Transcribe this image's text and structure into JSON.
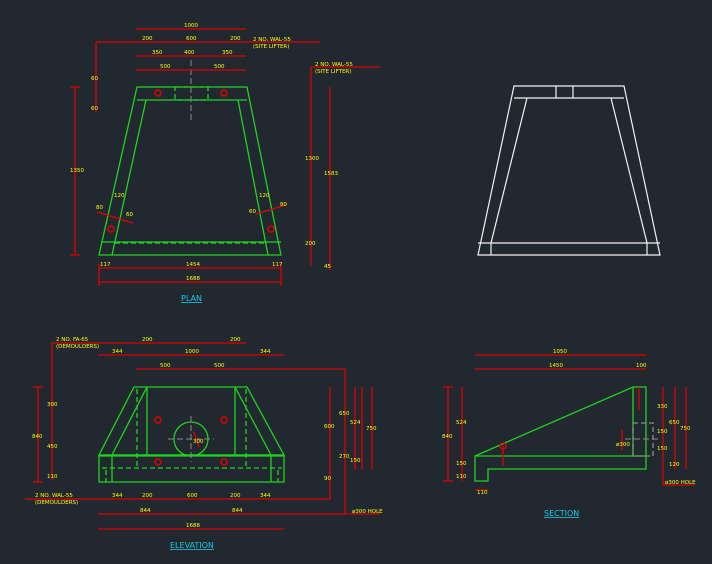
{
  "plan": {
    "title": "PLAN",
    "lifter_note": [
      "2 NO. WAL-55",
      "(SITE LIFTER)"
    ],
    "lifter_note_right": [
      "2 NO. WAL-55",
      "(SITE LIFTER)"
    ],
    "top_dims": [
      "1000",
      "200",
      "600",
      "200",
      "350",
      "400",
      "350",
      "500",
      "500"
    ],
    "left_dims": [
      "60",
      "60",
      "1350"
    ],
    "right_dims": [
      "1300",
      "200",
      "1583",
      "45"
    ],
    "side_dims": [
      "120",
      "80",
      "60",
      "120",
      "60",
      "80"
    ],
    "bottom_dims": [
      "117",
      "1454",
      "117",
      "1688"
    ]
  },
  "elevation": {
    "title": "ELEVATION",
    "demoulder_top": [
      "2 NO. FA-65",
      "(DEMOULDERS)"
    ],
    "demoulder_bottom": [
      "2 NO. WAL-55",
      "(DEMOULDERS)"
    ],
    "top_dims": [
      "200",
      "200",
      "344",
      "1000",
      "344",
      "500",
      "500"
    ],
    "left_dims": [
      "840",
      "300",
      "450",
      "110"
    ],
    "right_dims": [
      "600",
      "650",
      "524",
      "750",
      "270",
      "150",
      "90"
    ],
    "bottom_dims": [
      "344",
      "200",
      "600",
      "200",
      "344",
      "844",
      "844",
      "1688"
    ],
    "hole": "ø300 HOLE",
    "circle_dim": "300"
  },
  "section": {
    "title": "SECTION",
    "top_dims": [
      "1050",
      "1450",
      "100"
    ],
    "left_dims": [
      "840",
      "524",
      "150",
      "110"
    ],
    "bottom_dim": "110",
    "right_dims": [
      "330",
      "650",
      "750",
      "150",
      "150",
      "120"
    ],
    "hole": "ø300 HOLE",
    "hole_dim": "ø300"
  },
  "colors": {
    "background": "#212830",
    "object": "#1fd31f",
    "dimension": "#e00000",
    "text": "#ffff00",
    "title": "#19c8e6"
  }
}
